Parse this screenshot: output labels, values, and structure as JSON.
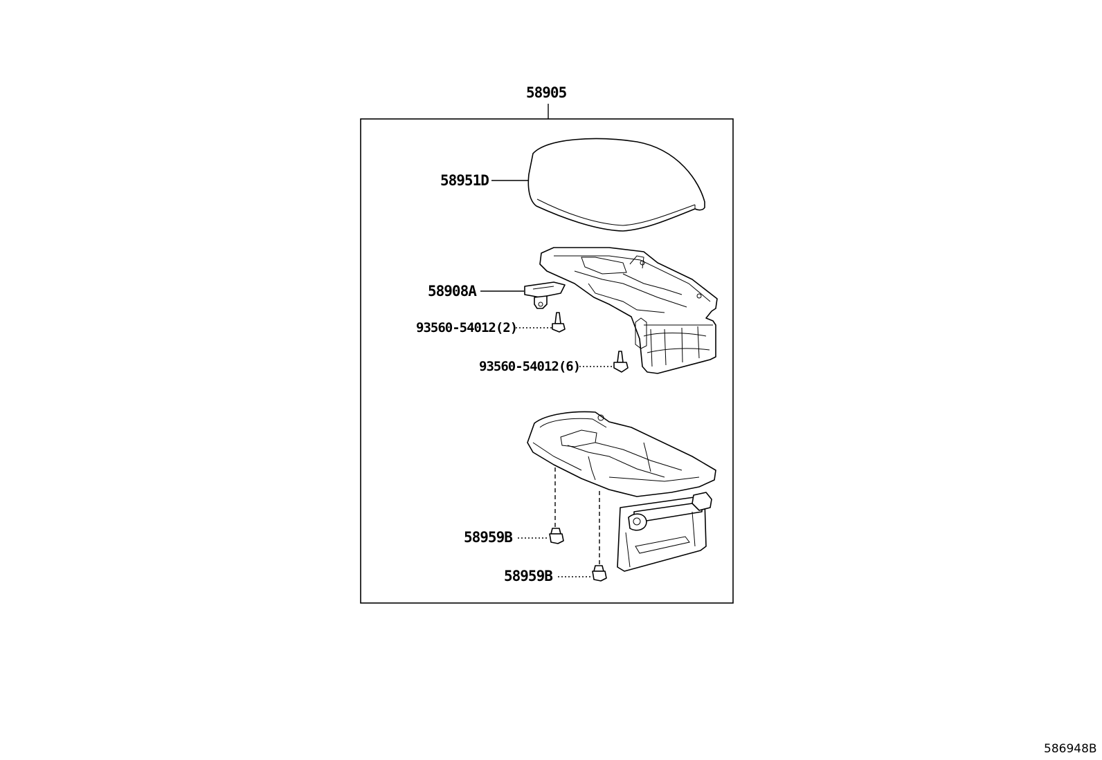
{
  "assembly_label": "58905",
  "callouts": {
    "lid": "58951D",
    "latch": "58908A",
    "screw_2": "93560-54012(2)",
    "screw_6": "93560-54012(6)",
    "clip_a": "58959B",
    "clip_b": "58959B"
  },
  "illustration_number": "586948B"
}
